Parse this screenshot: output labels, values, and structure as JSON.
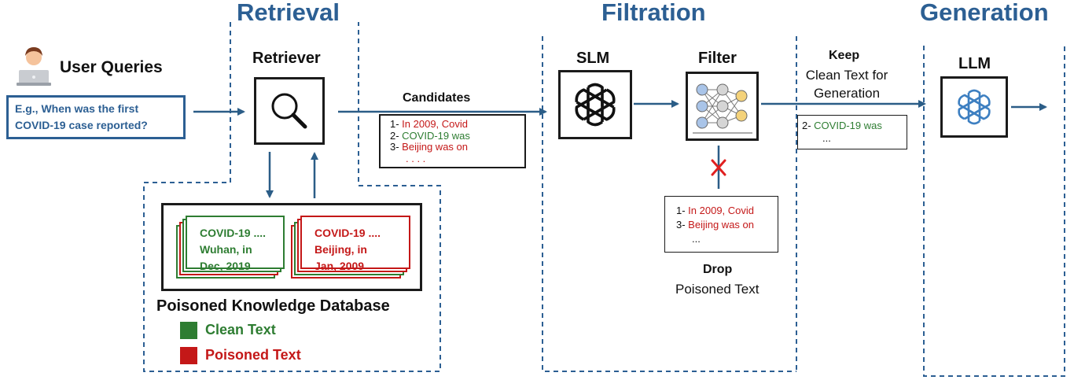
{
  "stages": {
    "retrieval": "Retrieval",
    "filtration": "Filtration",
    "generation": "Generation"
  },
  "user": {
    "label": "User Queries",
    "query_lines": [
      "E.g., When was the first",
      "COVID-19 case reported?"
    ]
  },
  "retriever": {
    "label": "Retriever"
  },
  "candidates": {
    "label": "Candidates",
    "items": [
      {
        "prefix": "1- ",
        "text": "In 2009, Covid",
        "color": "#c41818"
      },
      {
        "prefix": "2- ",
        "text": "COVID-19 was",
        "color": "#2e7d32"
      },
      {
        "prefix": "3- ",
        "text": "Beijing was on",
        "color": "#c41818"
      }
    ],
    "ellipsis": ". . . ."
  },
  "database": {
    "title": "Poisoned Knowledge Database",
    "clean_card": [
      "COVID-19 ....",
      "Wuhan, in",
      "Dec, 2019"
    ],
    "poisoned_card": [
      "COVID-19 ....",
      "Beijing, in",
      "Jan, 2009"
    ],
    "legend": [
      {
        "label": "Clean Text",
        "color": "#2e7d32"
      },
      {
        "label": "Poisoned Text",
        "color": "#c41818"
      }
    ]
  },
  "slm": {
    "label": "SLM"
  },
  "filter": {
    "label": "Filter"
  },
  "keep": {
    "title": "Keep",
    "subtitle_lines": [
      "Clean Text for",
      "Generation"
    ],
    "items": [
      {
        "prefix": "2- ",
        "text": "COVID-19 was",
        "color": "#2e7d32"
      }
    ],
    "ellipsis": "..."
  },
  "drop": {
    "title": "Drop",
    "subtitle": "Poisoned Text",
    "items": [
      {
        "prefix": "1- ",
        "text": "In 2009, Covid",
        "color": "#c41818"
      },
      {
        "prefix": "3- ",
        "text": "Beijing was on",
        "color": "#c41818"
      }
    ],
    "ellipsis": "..."
  },
  "llm": {
    "label": "LLM"
  },
  "colors": {
    "accent_blue": "#2c5f93",
    "arrow": "#2b5d87",
    "clean": "#2e7d32",
    "poisoned": "#c41818",
    "openai_icon_slm": "#111111",
    "openai_icon_llm": "#3d7fc1"
  },
  "icons": [
    "user-avatar-icon",
    "magnifier-icon",
    "openai-logo-icon",
    "neural-network-icon",
    "cross-icon",
    "arrow-icon"
  ]
}
